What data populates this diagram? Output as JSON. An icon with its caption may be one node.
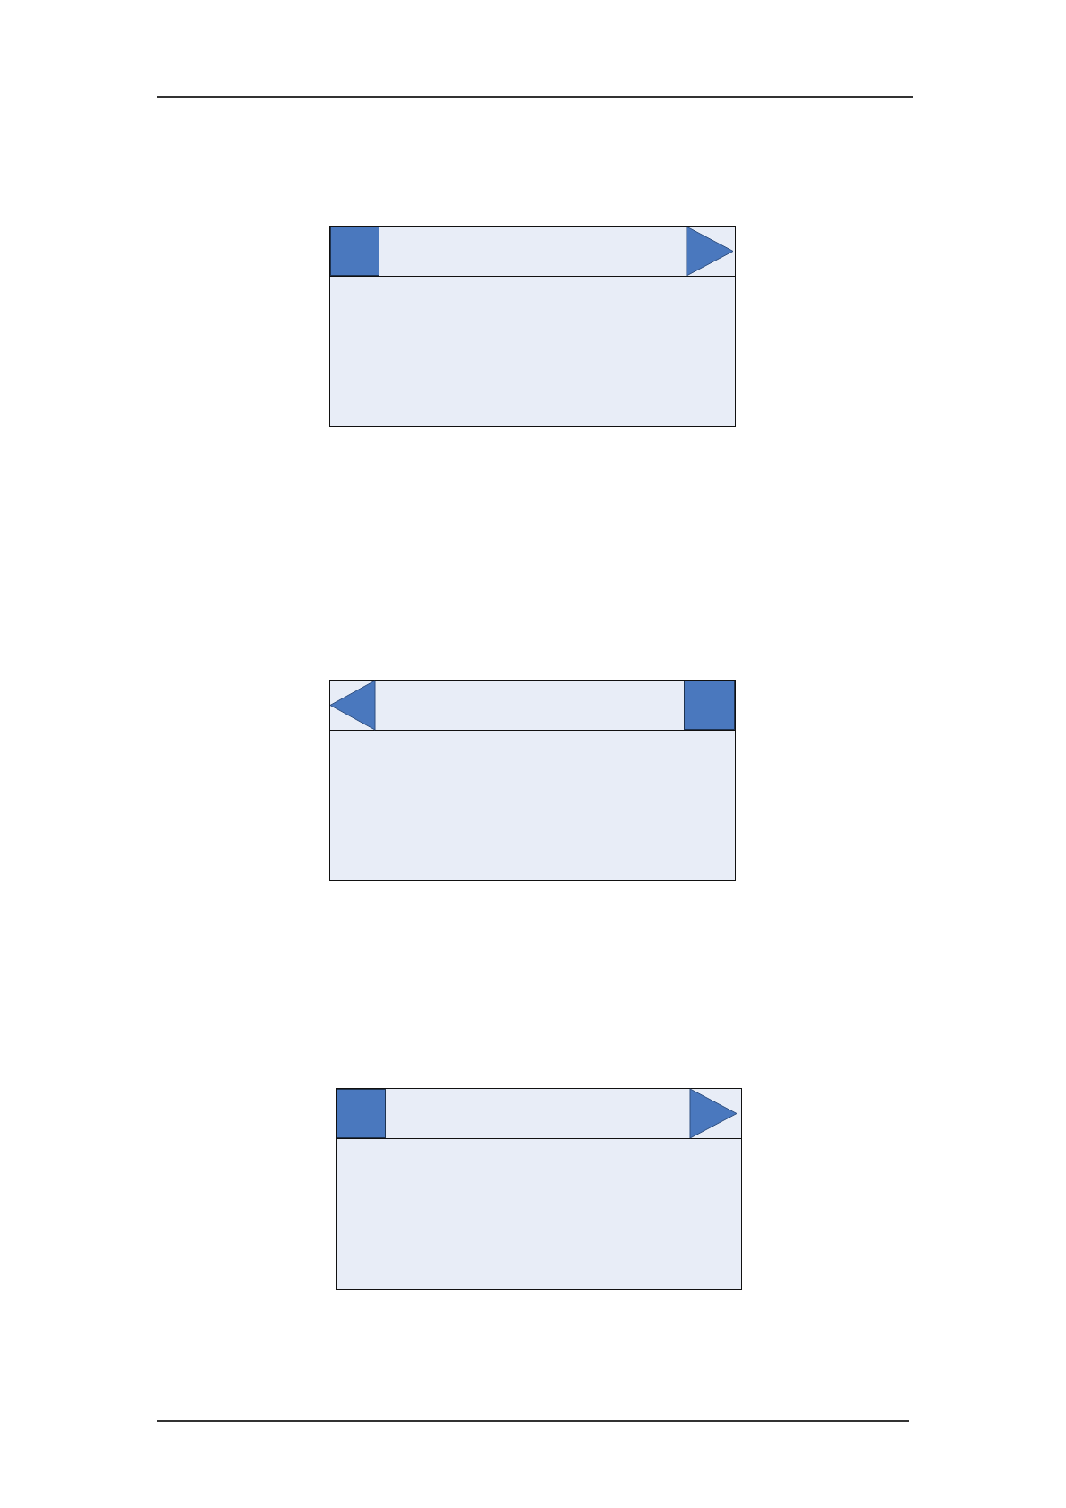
{
  "diagram": {
    "nodes": [
      {
        "text": [],
        "shape": "box"
      },
      {
        "text": [],
        "shape": "bar",
        "in": 0
      },
      {
        "text": [],
        "shape": "box",
        "in": 1
      },
      {
        "text": [],
        "shape": "triangle",
        "in": 1
      },
      {
        "text": [],
        "shape": "box"
      },
      {
        "text": [],
        "shape": "bar",
        "in": 4
      },
      {
        "text": [],
        "shape": "triangle",
        "in": 5
      },
      {
        "text": [],
        "shape": "box",
        "in": 5
      },
      {
        "text": [],
        "shape": "box"
      },
      {
        "text": [],
        "shape": "bar",
        "in": 8
      },
      {
        "text": [],
        "shape": "box",
        "in": 9
      },
      {
        "text": [],
        "shape": "triangle",
        "in": 9
      }
    ],
    "edges": []
  }
}
